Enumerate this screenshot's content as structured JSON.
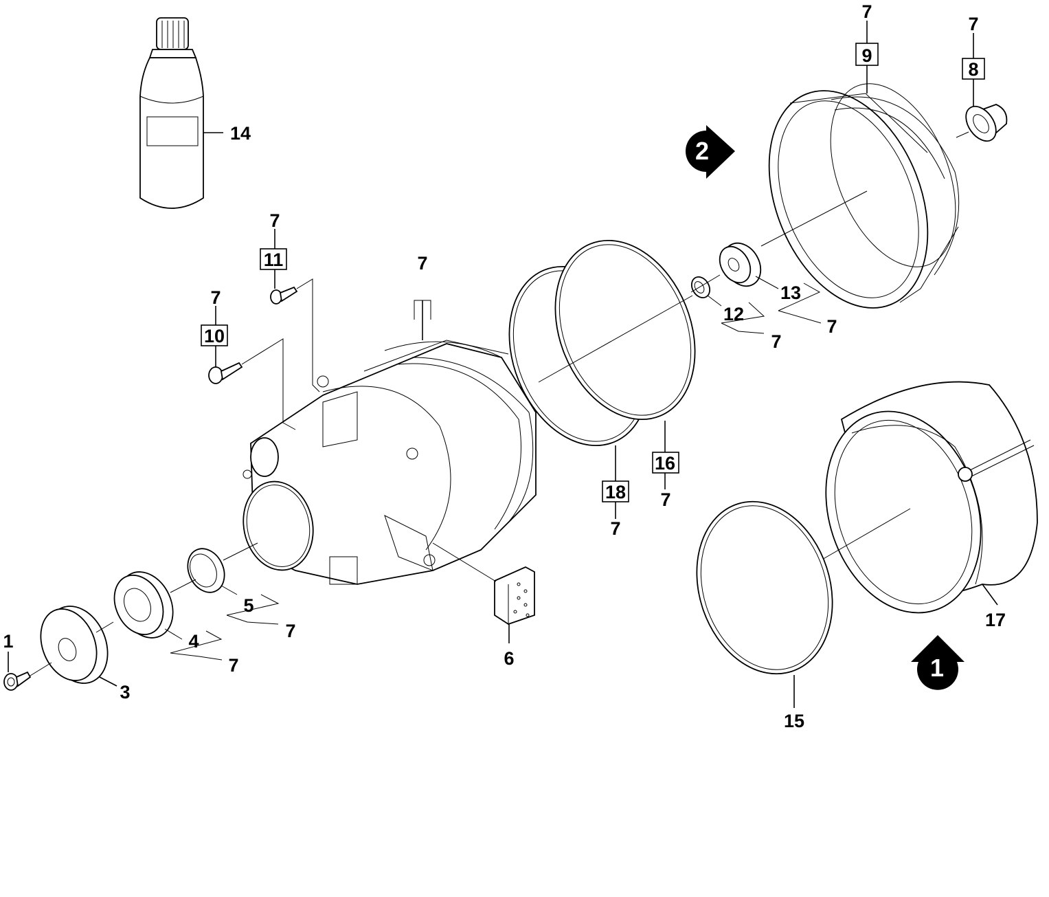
{
  "colors": {
    "line": "#000000",
    "background": "#ffffff"
  },
  "callouts": {
    "c1": "1",
    "c2": "2",
    "p1": "1",
    "p3": "3",
    "p4": "4",
    "p5": "5",
    "p6": "6",
    "p8": "8",
    "p9": "9",
    "p10": "10",
    "p11": "11",
    "p12": "12",
    "p13": "13",
    "p14": "14",
    "p15": "15",
    "p16": "16",
    "p17": "17",
    "p18": "18",
    "ref": "7"
  }
}
